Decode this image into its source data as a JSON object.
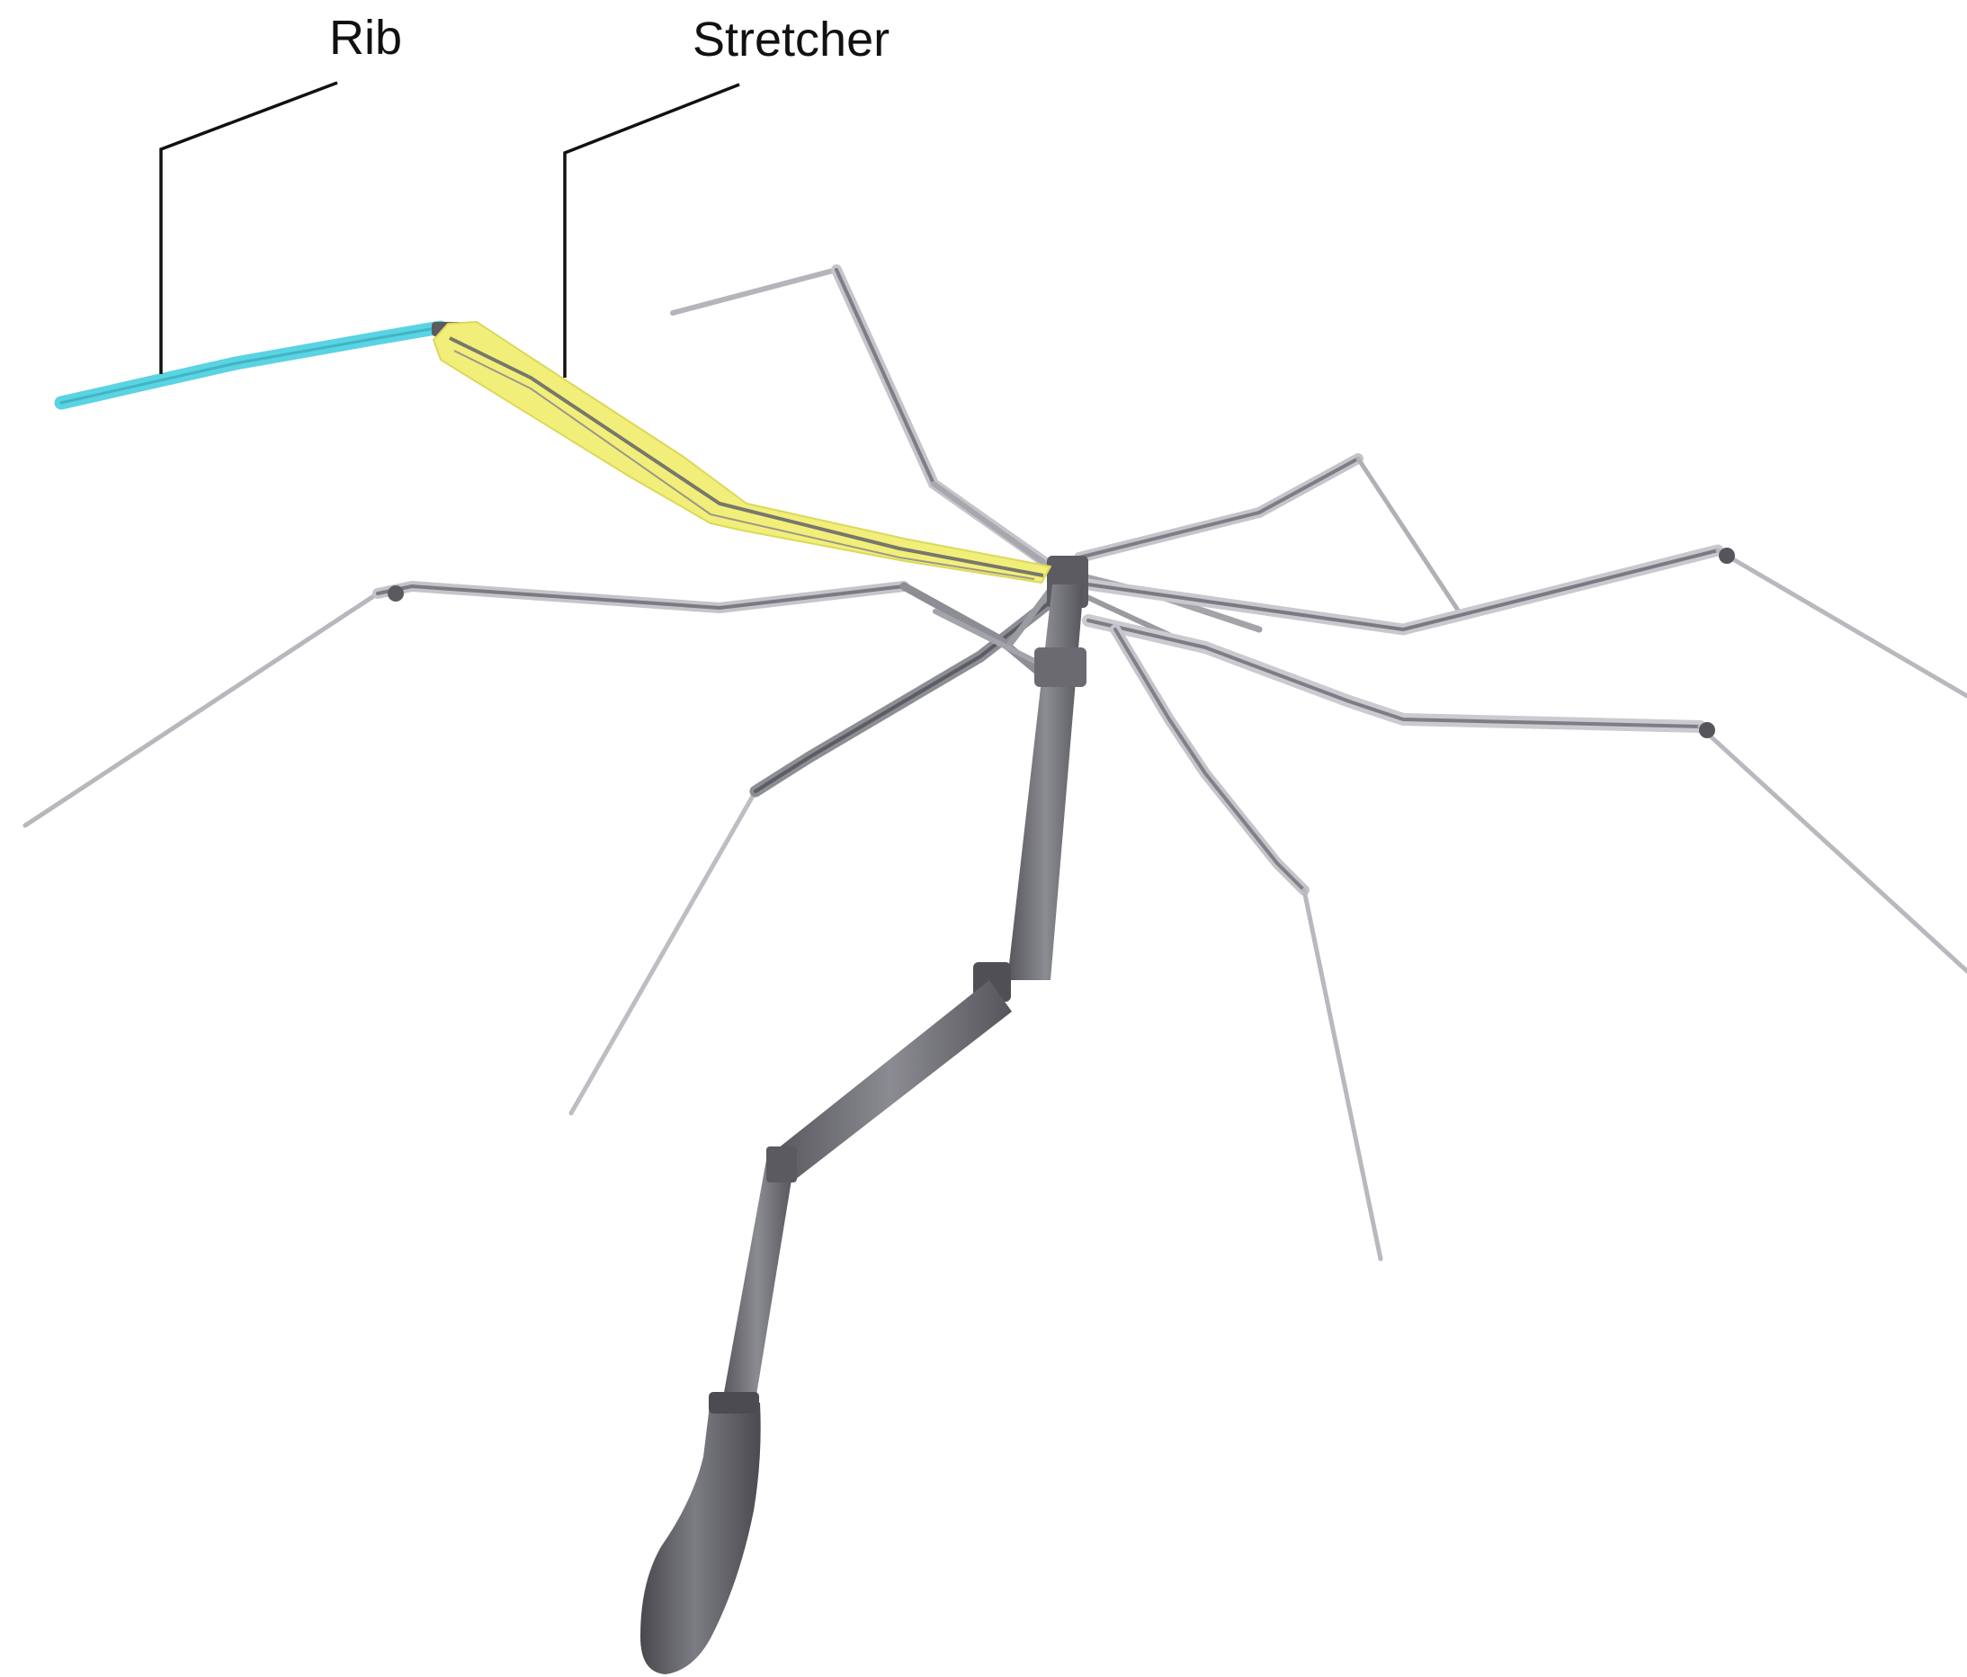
{
  "diagram": {
    "callouts": [
      {
        "id": "rib",
        "label": "Rib",
        "color": "#5ad3e3"
      },
      {
        "id": "stretcher",
        "label": "Stretcher",
        "color": "#f2ee7a"
      }
    ],
    "colors": {
      "background": "#ffffff",
      "frame_light": "#b9b9c0",
      "frame_mid": "#8a8a92",
      "frame_dark": "#55555c",
      "shaft": "#6a6a70",
      "handle": "#5a5a60",
      "rib_highlight": "#5ad3e3",
      "stretcher_highlight": "#f2ee7a",
      "leader_line": "#111111"
    }
  }
}
